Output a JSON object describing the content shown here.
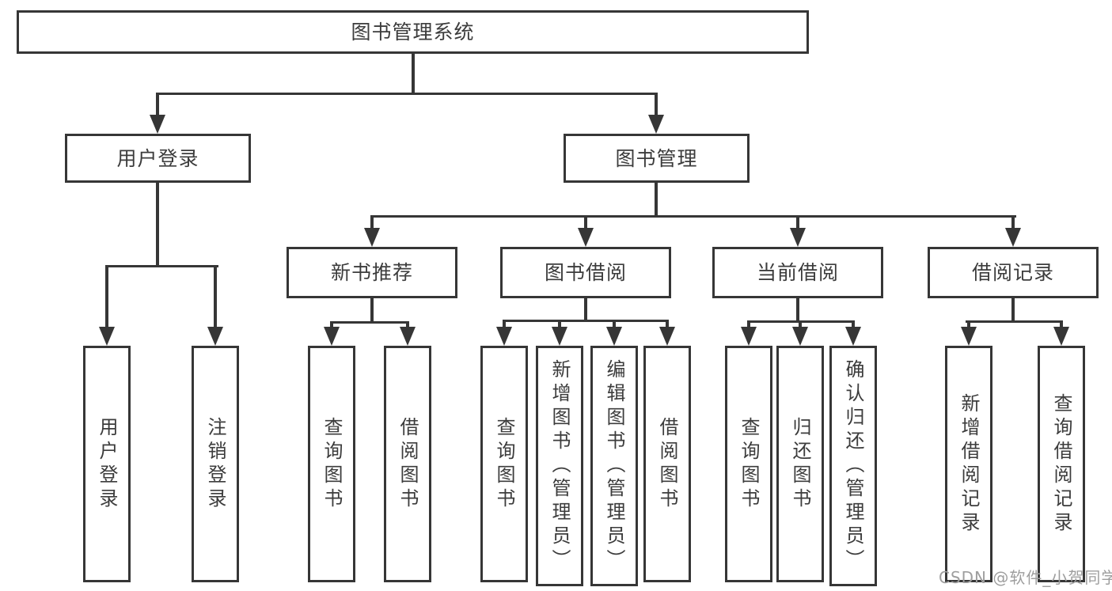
{
  "tree": {
    "root": {
      "label": "图书管理系统",
      "children": [
        {
          "label": "用户登录",
          "children": [
            {
              "label": "用户登录"
            },
            {
              "label": "注销登录"
            }
          ]
        },
        {
          "label": "图书管理",
          "children": [
            {
              "label": "新书推荐",
              "children": [
                {
                  "label": "查询图书"
                },
                {
                  "label": "借阅图书"
                }
              ]
            },
            {
              "label": "图书借阅",
              "children": [
                {
                  "label": "查询图书"
                },
                {
                  "label": "新增图书（管理员）"
                },
                {
                  "label": "编辑图书（管理员）"
                },
                {
                  "label": "借阅图书"
                }
              ]
            },
            {
              "label": "当前借阅",
              "children": [
                {
                  "label": "查询图书"
                },
                {
                  "label": "归还图书"
                },
                {
                  "label": "确认归还（管理员）"
                }
              ]
            },
            {
              "label": "借阅记录",
              "children": [
                {
                  "label": "新增借阅记录"
                },
                {
                  "label": "查询借阅记录"
                }
              ]
            }
          ]
        }
      ]
    }
  },
  "watermark": {
    "text": "CSDN @软件_小贺同学"
  },
  "colors": {
    "line": "#363636",
    "text": "#3c3c3c",
    "watermark": "#9e9e9e",
    "background": "#ffffff"
  }
}
